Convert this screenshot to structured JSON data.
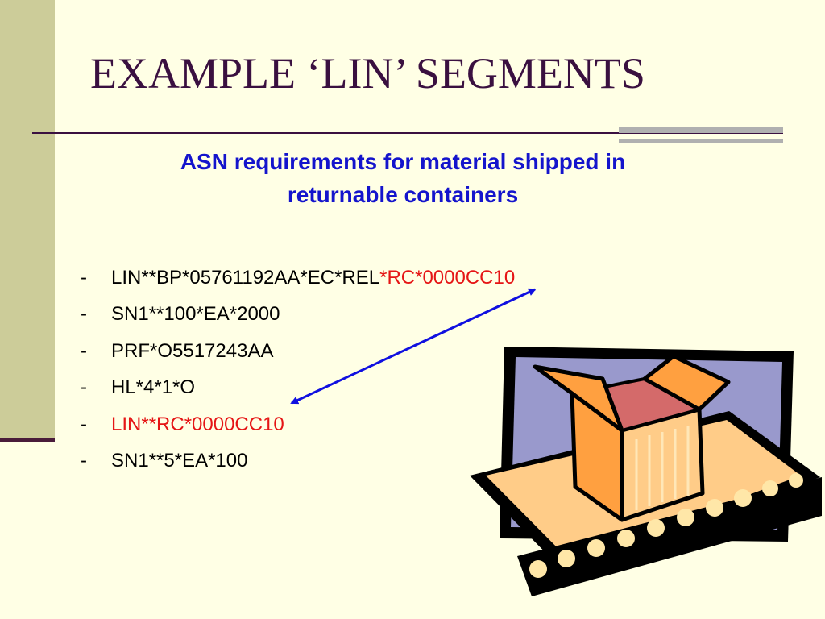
{
  "slide": {
    "title": "EXAMPLE ‘LIN’ SEGMENTS",
    "subtitle_line1": "ASN requirements for material shipped in",
    "subtitle_line2": "returnable containers"
  },
  "segments": [
    {
      "bullet": "-",
      "text_black": "LIN**BP*05761192AA*EC*REL",
      "text_red": "*RC*0000CC10"
    },
    {
      "bullet": "-",
      "text_black": "SN1**100*EA*2000",
      "text_red": ""
    },
    {
      "bullet": "-",
      "text_black": "PRF*O5517243AA",
      "text_red": ""
    },
    {
      "bullet": "-",
      "text_black": "HL*4*1*O",
      "text_red": ""
    },
    {
      "bullet": "-",
      "text_black": "",
      "text_red": "LIN**RC*0000CC10"
    },
    {
      "bullet": "-",
      "text_black": "SN1**5*EA*100",
      "text_red": ""
    }
  ],
  "colors": {
    "background": "#FFFFE5",
    "left_band": "#CCCC99",
    "title": "#3A1040",
    "subtitle": "#1414CC",
    "highlight_red": "#E51515",
    "arrow": "#1010E0"
  },
  "illustration": {
    "icon": "box-on-conveyor-icon",
    "arrow_icon": "double-headed-arrow-icon"
  }
}
